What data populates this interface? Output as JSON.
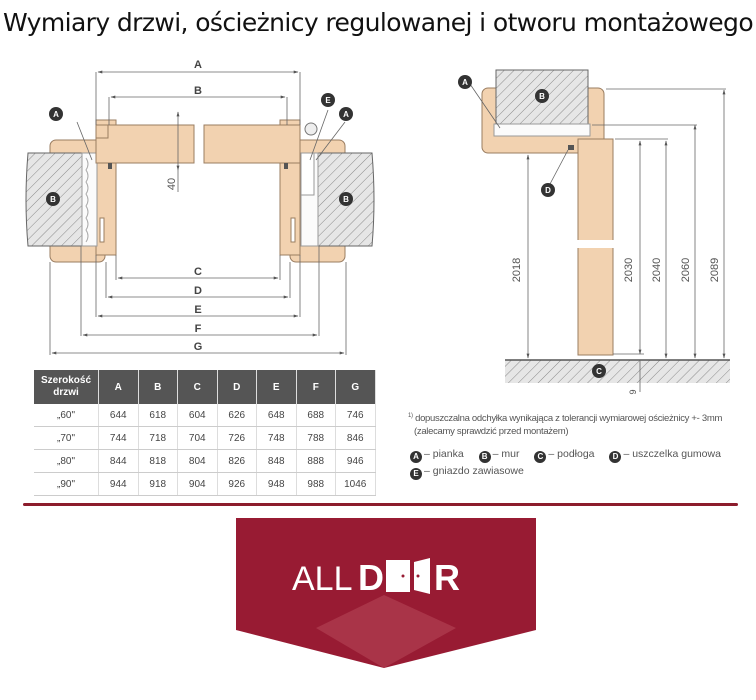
{
  "title": "Wymiary drzwi, ościeżnicy regulowanej i otworu montażowego",
  "plan_view": {
    "dimension_labels": [
      "A",
      "B",
      "C",
      "D",
      "E",
      "F",
      "G"
    ],
    "door_thickness": "40",
    "markers": [
      {
        "id": "A",
        "meaning": "pianka"
      },
      {
        "id": "B",
        "meaning": "mur"
      },
      {
        "id": "E",
        "meaning": "gniazdo zawiasowe"
      }
    ]
  },
  "section_view": {
    "heights": [
      "2018",
      "2030",
      "2040",
      "2060",
      "2089"
    ],
    "floor_gap": "9",
    "floor_gap_note": "1)",
    "markers": [
      {
        "id": "A"
      },
      {
        "id": "B"
      },
      {
        "id": "C"
      },
      {
        "id": "D"
      }
    ]
  },
  "table": {
    "header_first_line1": "Szerokość",
    "header_first_line2": "drzwi",
    "columns": [
      "A",
      "B",
      "C",
      "D",
      "E",
      "F",
      "G"
    ],
    "rows": [
      {
        "label": "„60\"",
        "values": [
          "644",
          "618",
          "604",
          "626",
          "648",
          "688",
          "746"
        ]
      },
      {
        "label": "„70\"",
        "values": [
          "744",
          "718",
          "704",
          "726",
          "748",
          "788",
          "846"
        ]
      },
      {
        "label": "„80\"",
        "values": [
          "844",
          "818",
          "804",
          "826",
          "848",
          "888",
          "946"
        ]
      },
      {
        "label": "„90\"",
        "values": [
          "944",
          "918",
          "904",
          "926",
          "948",
          "988",
          "1046"
        ]
      }
    ]
  },
  "footnote": {
    "marker": "1)",
    "line1": "dopuszczalna odchyłka wynikająca z tolerancji wymiarowej ościeżnicy  +- 3mm",
    "line2": "(zalecamy sprawdzić przed montażem)"
  },
  "legend": [
    {
      "badge": "A",
      "text": "– pianka"
    },
    {
      "badge": "B",
      "text": "– mur"
    },
    {
      "badge": "C",
      "text": "– podłoga"
    },
    {
      "badge": "D",
      "text": "– uszczelka gumowa"
    },
    {
      "badge": "E",
      "text": "– gniazdo zawiasowe"
    }
  ],
  "logo": {
    "text_light": "ALL",
    "text_bold_d": "D",
    "text_bold_r": "R",
    "brand_color": "#981b33",
    "brand_color_light": "#a93448"
  },
  "colors": {
    "wood": "#f2d2b0",
    "wood_stroke": "#9a7d61",
    "wall_hatch": "#888888",
    "table_header": "#555555",
    "divider": "#8c1c2c"
  }
}
